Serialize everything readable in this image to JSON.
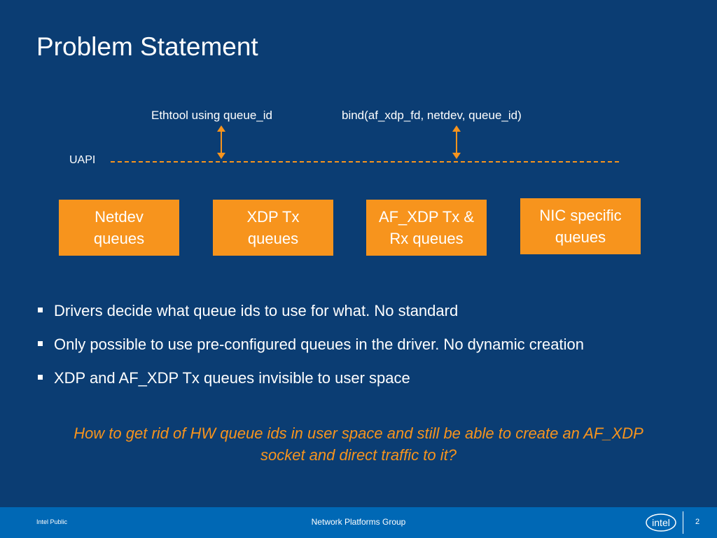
{
  "slide": {
    "title": "Problem Statement",
    "diagram": {
      "api_left": "Ethtool using queue_id",
      "api_right": "bind(af_xdp_fd, netdev, queue_id)",
      "uapi_label": "UAPI",
      "boxes": [
        {
          "line1": "Netdev",
          "line2": "queues"
        },
        {
          "line1": "XDP Tx",
          "line2": "queues"
        },
        {
          "line1": "AF_XDP Tx &",
          "line2": "Rx queues"
        },
        {
          "line1": "NIC specific",
          "line2": "queues"
        }
      ]
    },
    "bullets": [
      "Drivers decide what queue ids to use for what. No standard",
      "Only possible to use pre-configured queues in the driver. No dynamic creation",
      "XDP and AF_XDP Tx queues invisible to user space"
    ],
    "question": "How to get rid of HW queue ids in user space and still be able to create an AF_XDP socket and direct traffic to it?"
  },
  "footer": {
    "classification": "Intel Public",
    "group": "Network Platforms Group",
    "logo_text": "intel",
    "page_number": "2"
  },
  "colors": {
    "background": "#0b3d73",
    "accent": "#f7941d",
    "footer": "#0068b5"
  }
}
